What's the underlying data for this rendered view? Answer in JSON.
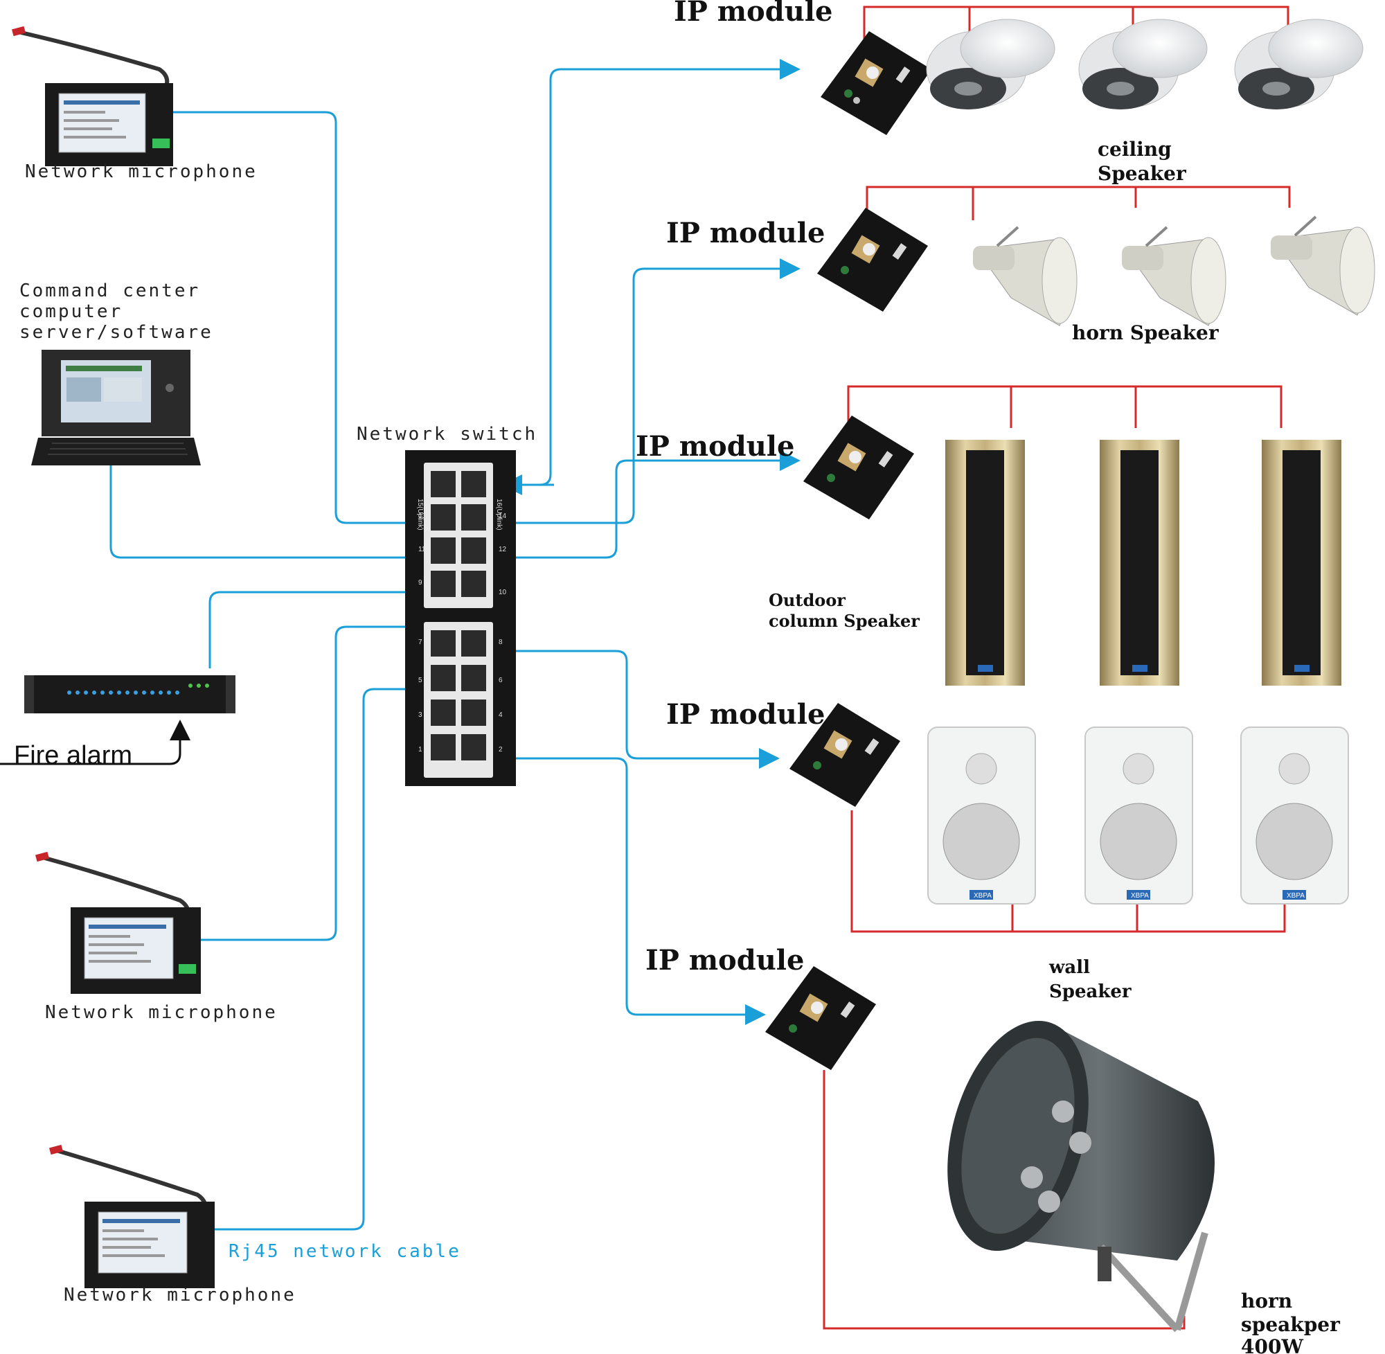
{
  "labels": {
    "mic_1": "Network microphone",
    "command_center": [
      "Command center",
      "computer",
      "server/software"
    ],
    "network_switch": "Network switch",
    "fire_alarm": "Fire alarm",
    "mic_2": "Network microphone",
    "mic_3": "Network microphone",
    "cable": "Rj45 network cable",
    "ip_module": "IP module",
    "ceiling_speaker": [
      "ceiling",
      "Speaker"
    ],
    "horn_speaker": "horn Speaker",
    "outdoor_column": [
      "Outdoor",
      "column Speaker"
    ],
    "wall_speaker": [
      "wall",
      "Speaker"
    ],
    "horn_400w": [
      "horn",
      "speakper",
      "400W"
    ]
  },
  "switch_ports": {
    "top": [
      "15(Uplink)",
      "16(Uplink)",
      "13",
      "14",
      "11",
      "12",
      "9",
      "10"
    ],
    "bottom": [
      "7",
      "8",
      "5",
      "6",
      "3",
      "4",
      "1",
      "2"
    ]
  },
  "device_brand": "XBPA",
  "colors": {
    "cable_blue": "#1a9fd9",
    "speaker_red": "#d42a2a",
    "cable_text": "#1a9fd9"
  }
}
